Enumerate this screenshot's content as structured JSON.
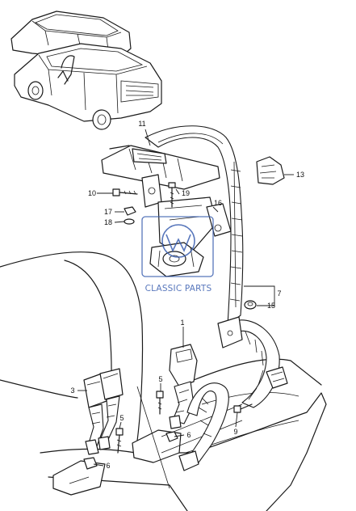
{
  "watermark": {
    "text": "CLASSIC PARTS",
    "color": "#3a5fb0"
  },
  "callouts": [
    {
      "id": "1",
      "label": "1"
    },
    {
      "id": "3",
      "label": "3"
    },
    {
      "id": "5a",
      "label": "5"
    },
    {
      "id": "5b",
      "label": "5"
    },
    {
      "id": "6a",
      "label": "6"
    },
    {
      "id": "6b",
      "label": "6"
    },
    {
      "id": "7",
      "label": "7"
    },
    {
      "id": "9",
      "label": "9"
    },
    {
      "id": "10",
      "label": "10"
    },
    {
      "id": "11",
      "label": "11"
    },
    {
      "id": "13",
      "label": "13"
    },
    {
      "id": "15",
      "label": "15"
    },
    {
      "id": "16",
      "label": "16"
    },
    {
      "id": "17",
      "label": "17"
    },
    {
      "id": "18",
      "label": "18"
    },
    {
      "id": "19",
      "label": "19"
    }
  ]
}
